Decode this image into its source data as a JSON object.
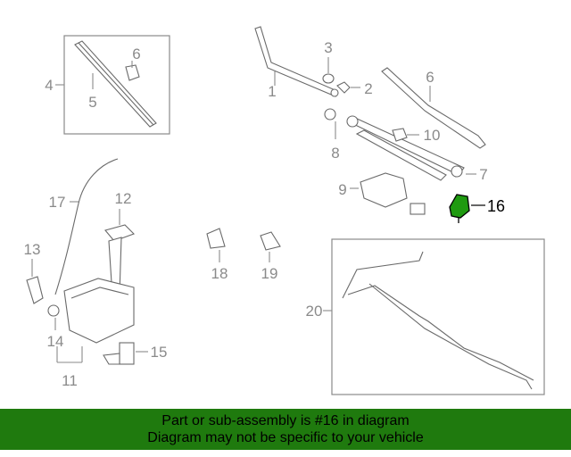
{
  "diagram": {
    "callouts": {
      "c1": "1",
      "c2": "2",
      "c3": "3",
      "c4": "4",
      "c5": "5",
      "c6a": "6",
      "c6b": "6",
      "c7": "7",
      "c8": "8",
      "c9": "9",
      "c10": "10",
      "c11": "11",
      "c12": "12",
      "c13": "13",
      "c14": "14",
      "c15": "15",
      "c16": "16",
      "c17": "17",
      "c18": "18",
      "c19": "19",
      "c20": "20"
    },
    "highlight_color": "#1f9a10",
    "highlighted_part": "16"
  },
  "banner": {
    "line1": "Part or sub-assembly is #16 in diagram",
    "line2": "Diagram may not be specific to your vehicle",
    "background": "#1f7a0e"
  }
}
